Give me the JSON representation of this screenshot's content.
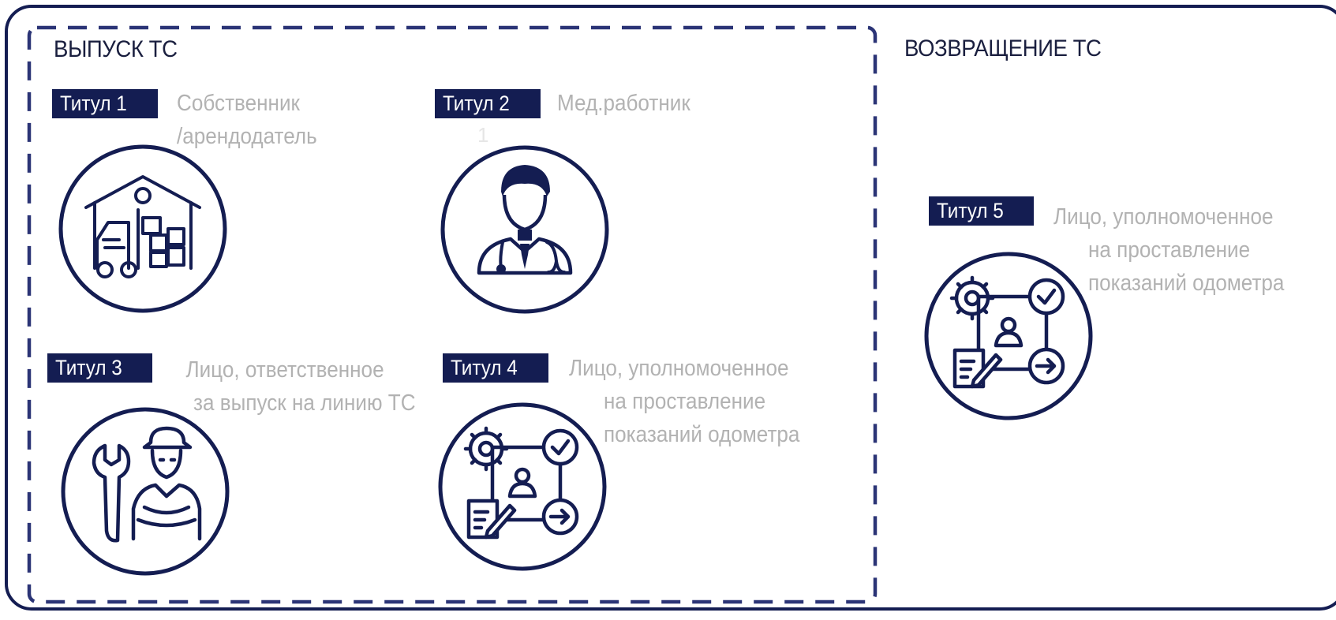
{
  "colors": {
    "frame": "#141d52",
    "badge_bg": "#141d52",
    "badge_text": "#ffffff",
    "role_text": "#b2b2b2",
    "icon_stroke": "#141d52"
  },
  "release_section": {
    "title": "ВЫПУСК ТС"
  },
  "return_section": {
    "title": "ВОЗВРАЩЕНИЕ ТС"
  },
  "titles": [
    {
      "badge": "Титул 1",
      "role_lines": [
        "Собственник",
        "/арендодатель"
      ],
      "icon": "warehouse-forklift-icon"
    },
    {
      "badge": "Титул 2",
      "role_lines": [
        "Мед.работник"
      ],
      "stray": "1",
      "icon": "doctor-icon"
    },
    {
      "badge": "Титул 3",
      "role_lines": [
        "Лицо, ответственное",
        "за выпуск на линию ТС"
      ],
      "icon": "mechanic-icon"
    },
    {
      "badge": "Титул 4",
      "role_lines": [
        "Лицо, уполномоченное",
        "на проставление",
        "показаний одометра"
      ],
      "icon": "odometer-workflow-icon"
    },
    {
      "badge": "Титул 5",
      "role_lines": [
        "Лицо, уполномоченное",
        "на проставление",
        "показаний одометра"
      ],
      "icon": "odometer-workflow-icon"
    }
  ]
}
